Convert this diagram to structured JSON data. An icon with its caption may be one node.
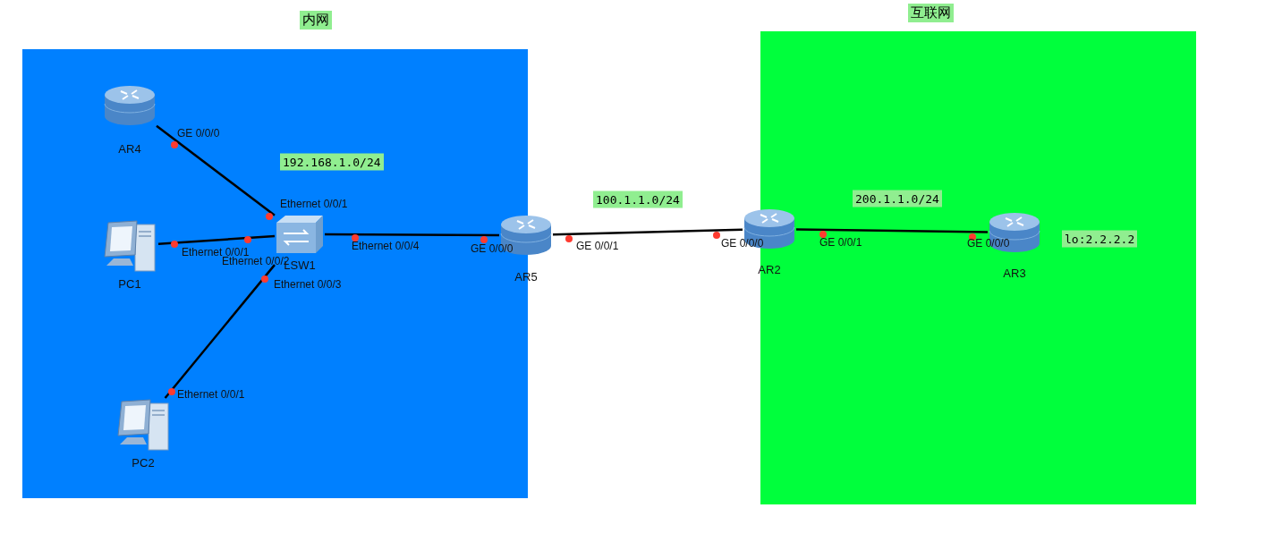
{
  "diagram": {
    "nodes": [
      {
        "text": [
          "内网"
        ]
      },
      {
        "text": [
          "互联网"
        ]
      },
      {
        "text": [
          "AR4"
        ],
        "in": 0
      },
      {
        "text": [
          "PC1"
        ],
        "in": 0
      },
      {
        "text": [
          "LSW1"
        ],
        "in": 0
      },
      {
        "text": [
          "PC2"
        ],
        "in": 0
      },
      {
        "text": [
          "AR5"
        ]
      },
      {
        "text": [
          "AR2"
        ]
      },
      {
        "text": [
          "AR3"
        ],
        "in": 1
      }
    ],
    "edges": [
      {
        "from": 2,
        "to": 4,
        "arrow": "none"
      },
      {
        "from": 3,
        "to": 4,
        "arrow": "none"
      },
      {
        "from": 5,
        "to": 4,
        "arrow": "none"
      },
      {
        "from": 4,
        "to": 6,
        "arrow": "none"
      },
      {
        "from": 6,
        "to": 7,
        "arrow": "none"
      },
      {
        "from": 7,
        "to": 8,
        "arrow": "none"
      }
    ],
    "labels": [
      "GE 0/0/0",
      "192.168.1.0/24",
      "Ethernet 0/0/1",
      "100.1.1.0/24",
      "200.1.1.0/24",
      "Ethernet 0/0/1",
      "Ethernet 0/0/2",
      "Ethernet 0/0/4",
      "GE 0/0/0",
      "GE 0/0/1",
      "GE 0/0/0",
      "GE 0/0/1",
      "GE 0/0/0",
      "Ethernet 0/0/3",
      "Ethernet 0/0/1",
      "lo:2.2.2.2"
    ]
  }
}
